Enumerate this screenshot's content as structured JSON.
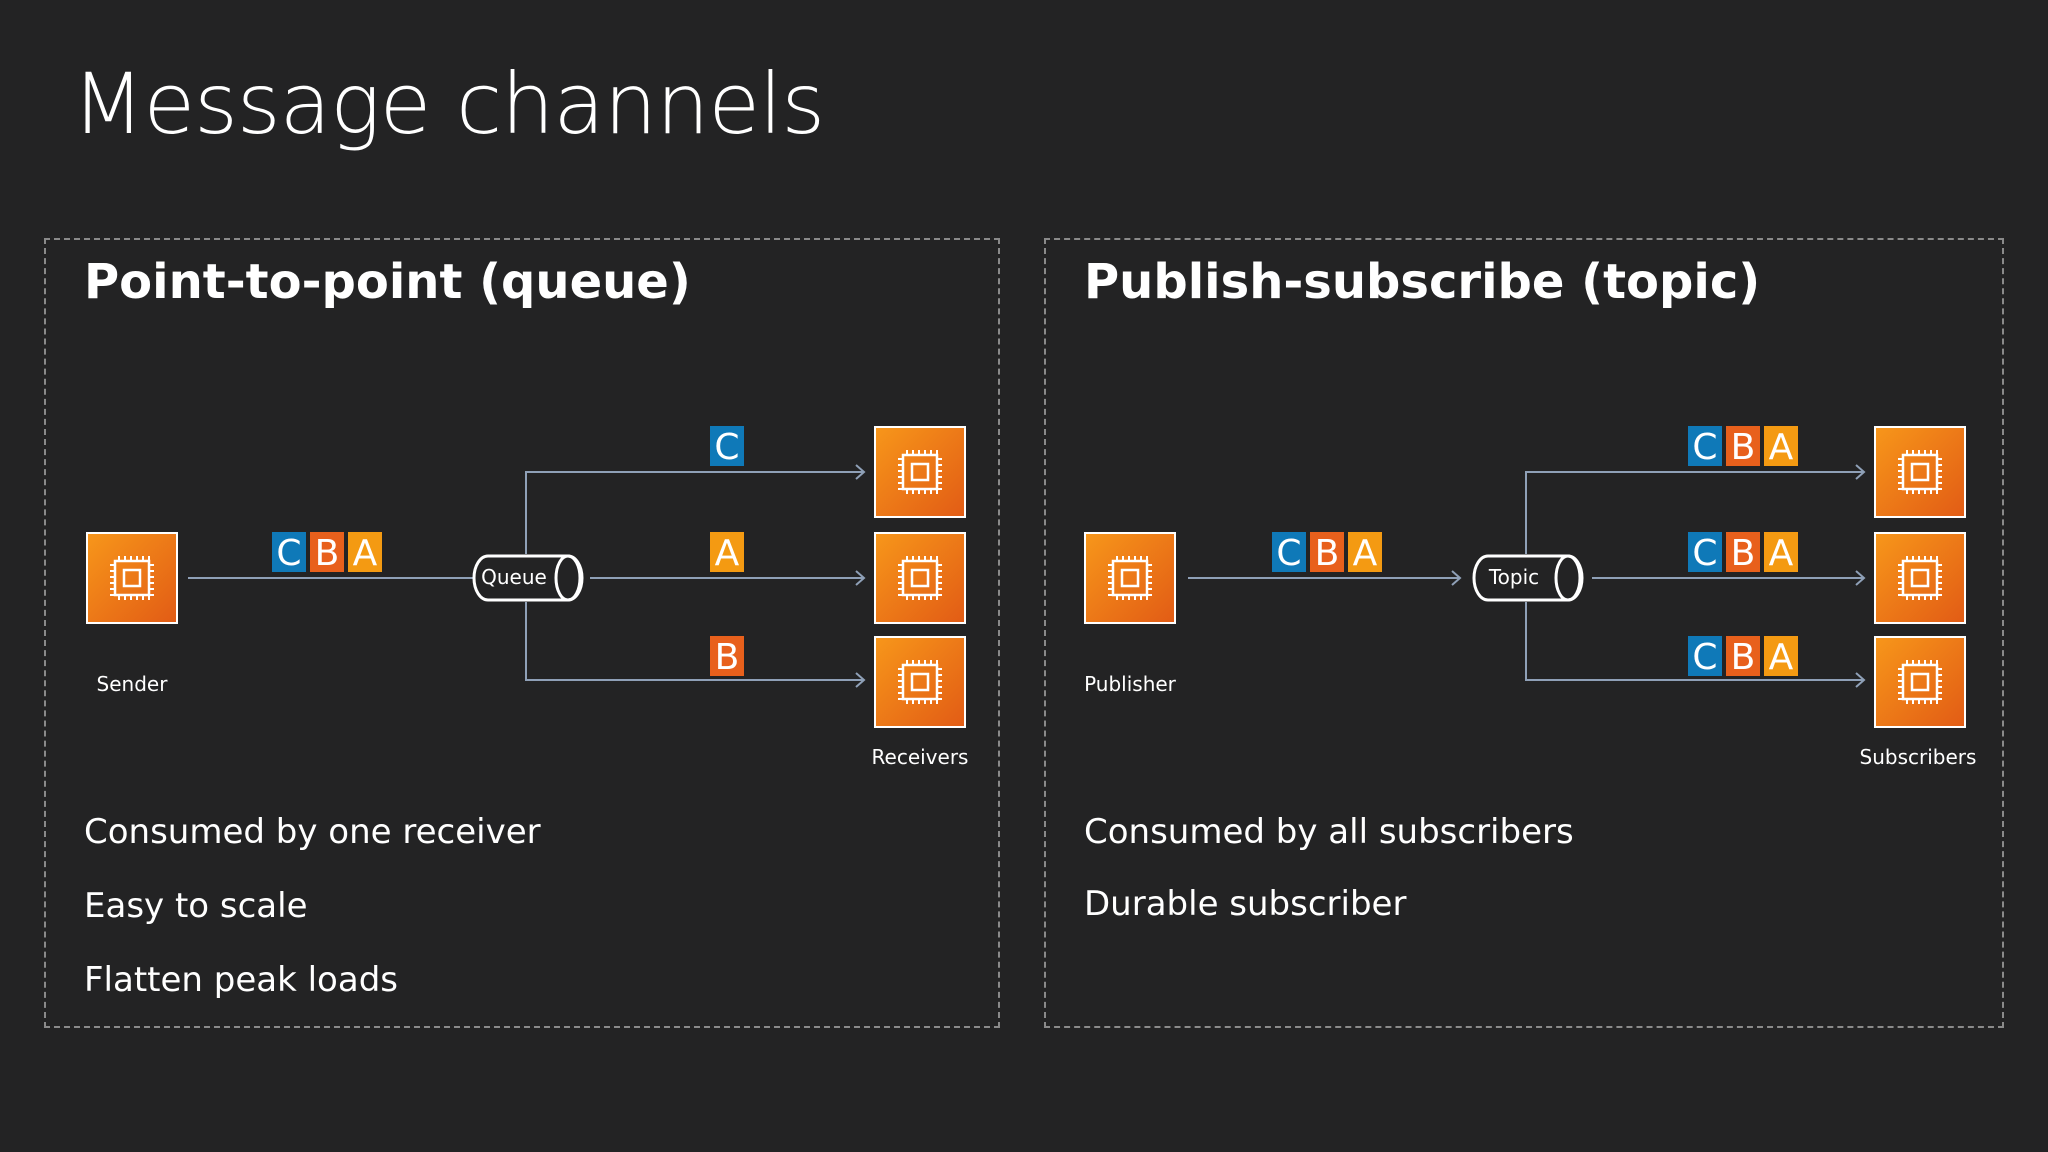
{
  "title": "Message channels",
  "colors": {
    "background": "#232324",
    "letter_c": "#0f79b8",
    "letter_b": "#e8601c",
    "letter_a": "#f49a12",
    "instance_top": "#f7961a",
    "instance_bottom": "#e25c15",
    "connector": "#8fa0b7"
  },
  "point_to_point": {
    "heading": "Point-to-point (queue)",
    "sender_label": "Sender",
    "channel_label": "Queue",
    "receivers_label": "Receivers",
    "incoming_messages": [
      "C",
      "B",
      "A"
    ],
    "outgoing_messages": [
      [
        "C"
      ],
      [
        "A"
      ],
      [
        "B"
      ]
    ],
    "bullets": [
      "Consumed by one receiver",
      "Easy to scale",
      "Flatten peak loads"
    ]
  },
  "publish_subscribe": {
    "heading": "Publish-subscribe (topic)",
    "sender_label": "Publisher",
    "channel_label": "Topic",
    "receivers_label": "Subscribers",
    "incoming_messages": [
      "C",
      "B",
      "A"
    ],
    "outgoing_messages": [
      [
        "C",
        "B",
        "A"
      ],
      [
        "C",
        "B",
        "A"
      ],
      [
        "C",
        "B",
        "A"
      ]
    ],
    "bullets": [
      "Consumed by all subscribers",
      "Durable subscriber"
    ]
  },
  "icons": {
    "instance": "ec2-instance-chip-icon",
    "channel": "cylinder-channel-icon"
  }
}
